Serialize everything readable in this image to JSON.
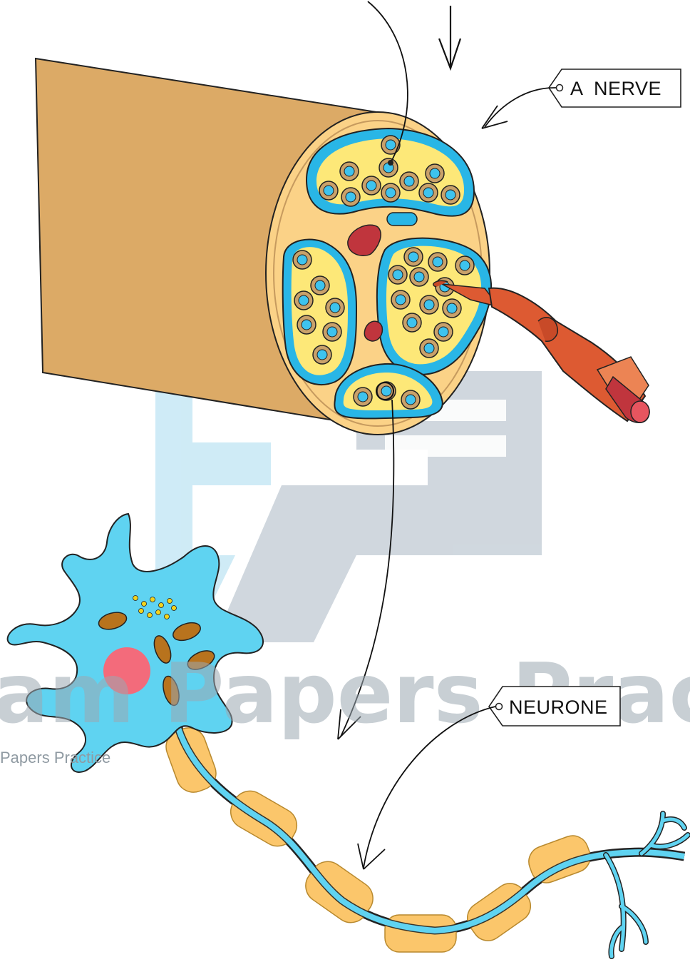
{
  "labels": {
    "nerve": "A  NERVE",
    "neurone": "NEURONE"
  },
  "watermark": {
    "text": "am Papers Pract",
    "small_text": "Papers Practice"
  },
  "colors": {
    "nerve_outer": "#dcaa66",
    "nerve_face": "#fbd287",
    "fascicle_fill": "#fde878",
    "sheath_blue": "#29b6e6",
    "fibre_ring": "#c9a16a",
    "axon_core": "#3ec3ee",
    "blood_vessel": "#c0353d",
    "artery_tube": "#dd5a32",
    "neurone_body": "#5fd3f1",
    "nucleus": "#f36b7b",
    "mitochondrion": "#b8731d",
    "myelin": "#fbc66b",
    "vesicle": "#f3d31c"
  }
}
